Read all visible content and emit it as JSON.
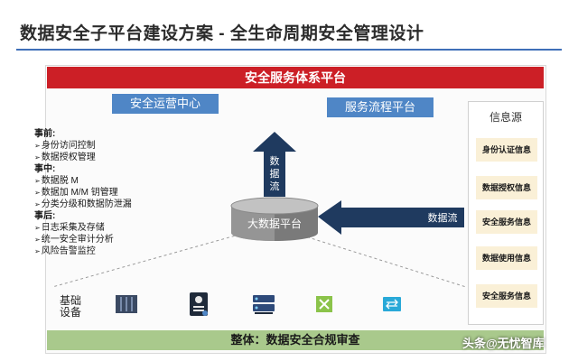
{
  "header": {
    "title": "数据安全子平台建设方案 - 全生命周期安全管理设计"
  },
  "top_bar": {
    "label": "安全服务体系平台"
  },
  "ops_center": {
    "label": "安全运营中心"
  },
  "flow_platform": {
    "label": "服务流程平台"
  },
  "lifecycle": {
    "before": {
      "heading": "事前:",
      "items": [
        "身份访问控制",
        "数据授权管理"
      ]
    },
    "during": {
      "heading": "事中:",
      "items": [
        "数据脱 M",
        "数据加 M/M 钥管理",
        "分类分级和数据防泄漏"
      ]
    },
    "after": {
      "heading": "事后:",
      "items": [
        "日志采集及存储",
        "统一安全审计分析",
        "风险告警监控"
      ]
    }
  },
  "data_flow_up": {
    "label": "数据流"
  },
  "data_flow_in": {
    "label": "数据流"
  },
  "big_data_platform": {
    "label": "大数据平台"
  },
  "info_source": {
    "title": "信息源",
    "items": [
      "身份认证信息",
      "数据授权信息",
      "安全服务信息",
      "数据使用信息",
      "安全服务信息"
    ]
  },
  "devices": {
    "label_line1": "基础",
    "label_line2": "设备"
  },
  "bottom_bar": {
    "label": "整体：数据安全合规审查"
  },
  "watermark": {
    "label": "头条@无忧智库"
  },
  "colors": {
    "accent_red": "#cc1f26",
    "accent_blue": "#4f86c6",
    "arrow_navy": "#1f3a5f",
    "info_bg": "#faf0d7",
    "bottom_green": "#a9c98c"
  }
}
